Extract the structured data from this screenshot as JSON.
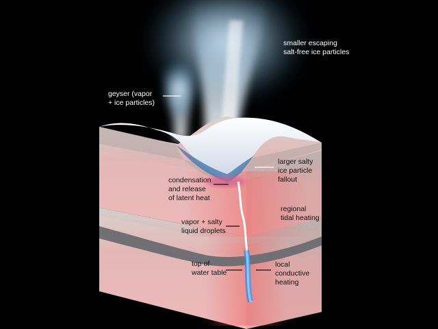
{
  "labels": {
    "escaping": [
      "smaller escaping",
      "salt-free ice particles"
    ],
    "geyser": [
      "geyser (vapor",
      "+ ice particles)"
    ],
    "fallout": [
      "larger salty",
      "ice particle",
      "fallout"
    ],
    "condensation": [
      "condensation",
      "and release",
      "of latent heat"
    ],
    "tidal": [
      "regional",
      "tidal heating"
    ],
    "droplets": [
      "vapor + salty",
      "liquid droplets"
    ],
    "water_table": [
      "top of",
      "water table"
    ],
    "conductive": [
      "local",
      "conductive",
      "heating"
    ]
  },
  "colors": {
    "background": "#000000",
    "ice_surface": "#e6ecf5",
    "crust_texture": "#c9c0bc",
    "crust_warm": "#e7b2b2",
    "heat_glow": "#f06a6a",
    "crack_blue": "#3a8fe0",
    "plume": "#cfe6f7"
  }
}
